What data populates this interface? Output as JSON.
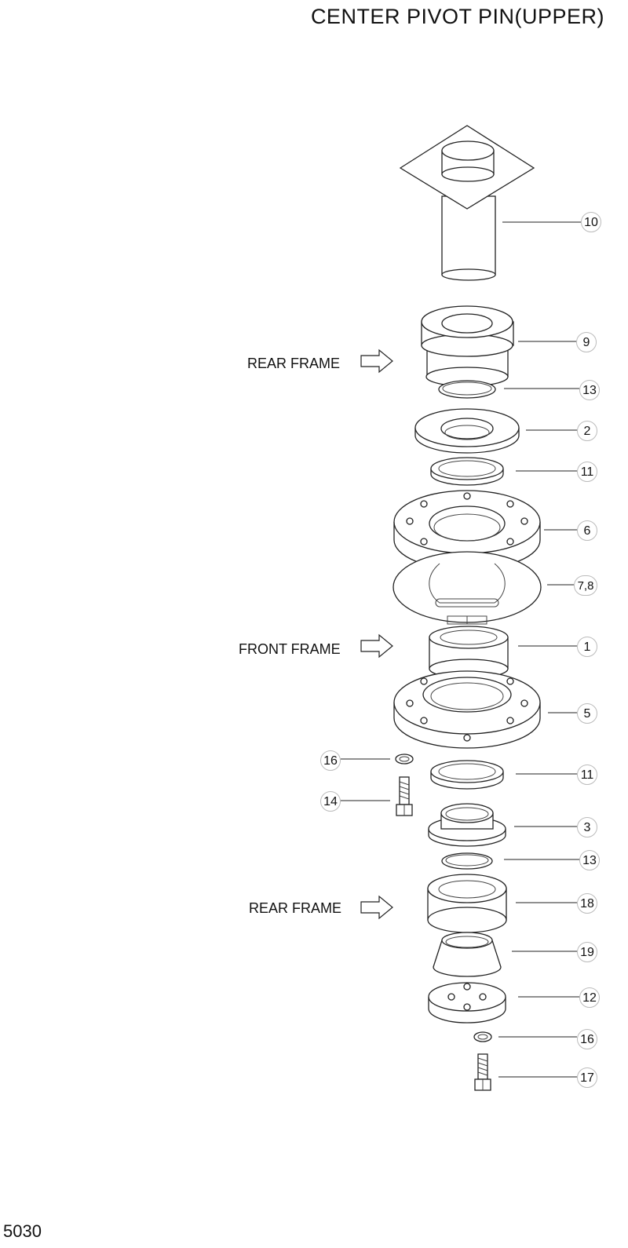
{
  "title": "CENTER PIVOT PIN(UPPER)",
  "page_number": "5030",
  "frame_labels": {
    "rear_top": "REAR FRAME",
    "front": "FRONT FRAME",
    "rear_bottom": "REAR FRAME"
  },
  "callouts": {
    "c10": "10",
    "c9": "9",
    "c13a": "13",
    "c2": "2",
    "c11a": "11",
    "c6": "6",
    "c78": "7,8",
    "c1": "1",
    "c5": "5",
    "c16a": "16",
    "c11b": "11",
    "c14": "14",
    "c3": "3",
    "c13b": "13",
    "c18": "18",
    "c19": "19",
    "c12": "12",
    "c16b": "16",
    "c17": "17"
  }
}
